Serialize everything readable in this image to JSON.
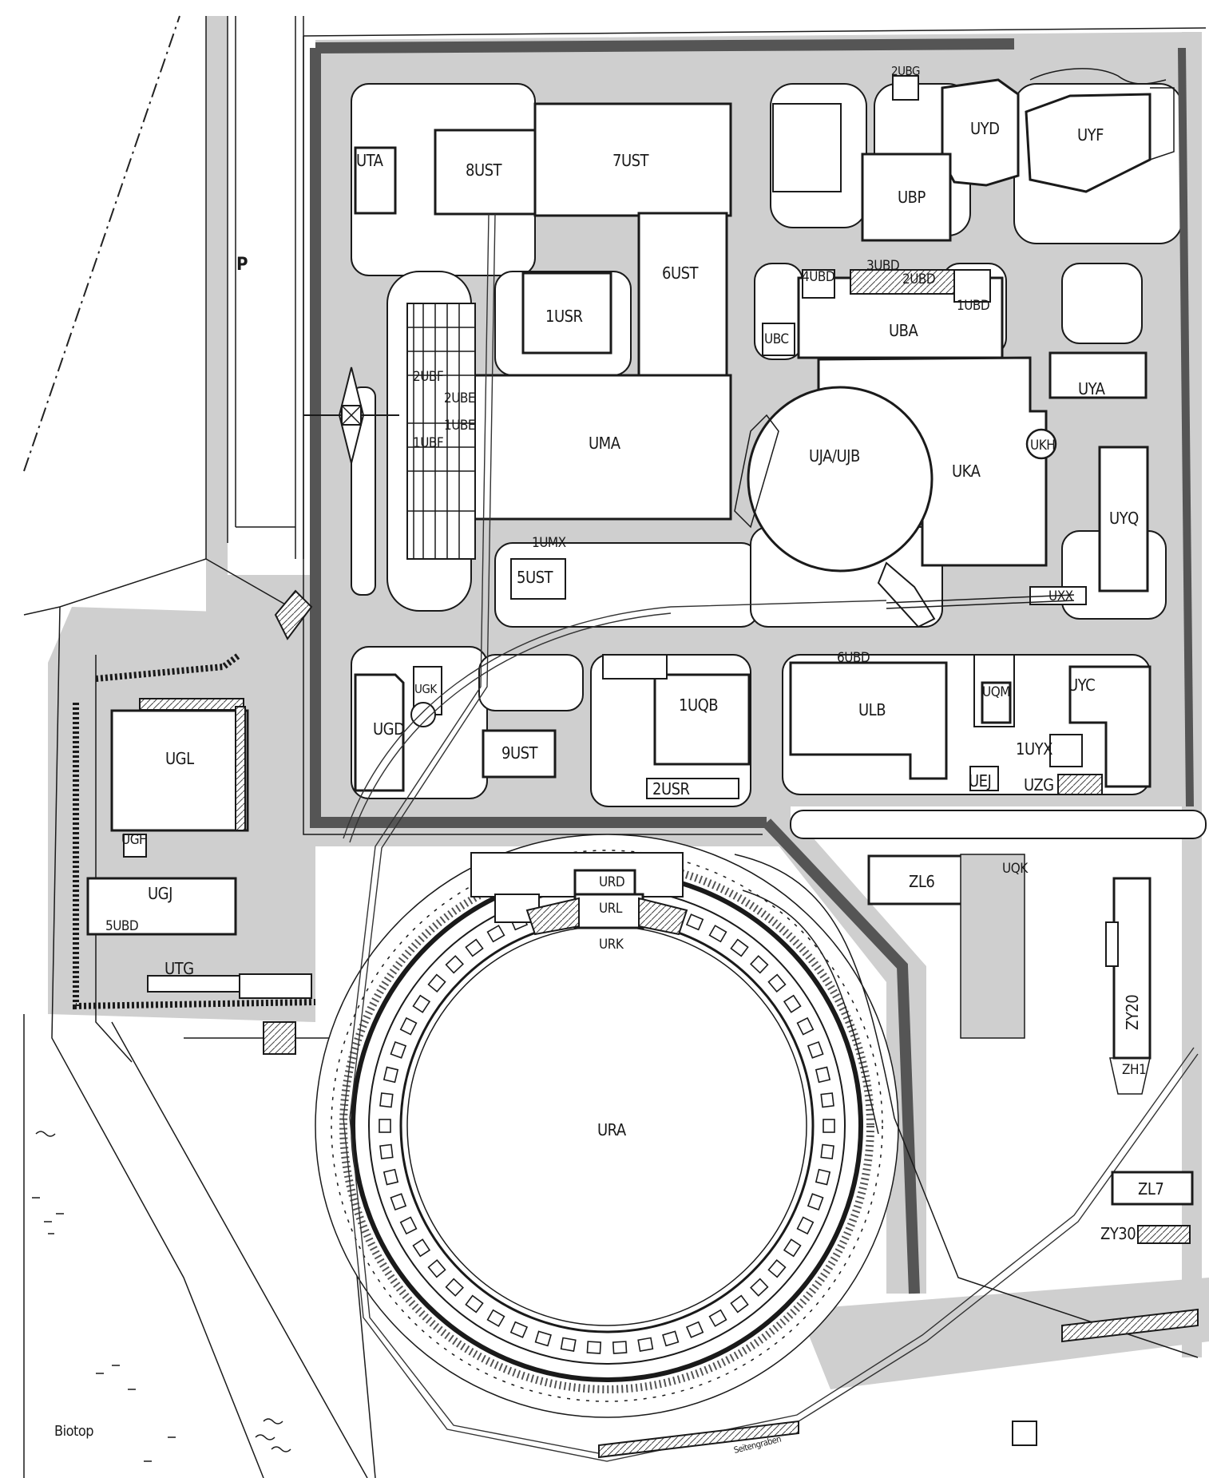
{
  "map": {
    "area_labels": {
      "parking": "P",
      "biotop": "Biotop",
      "ditch": "Seitengraben"
    },
    "buildings": {
      "uta": "UTA",
      "8ust": "8UST",
      "7ust": "7UST",
      "6ust": "6UST",
      "1usr": "1USR",
      "uma": "UMA",
      "2ubf": "2UBF",
      "2ube": "2UBE",
      "1ubf": "1UBF",
      "1ube": "1UBE",
      "1umx": "1UMX",
      "5ust": "5UST",
      "2ubg": "2UBG",
      "uyd": "UYD",
      "uyf": "UYF",
      "ubp": "UBP",
      "4ubd": "4UBD",
      "3ubd": "3UBD",
      "2ubd": "2UBD",
      "1ubd": "1UBD",
      "ubc": "UBC",
      "uba": "UBA",
      "uya": "UYA",
      "uja_ujb": "UJA/UJB",
      "uka": "UKA",
      "ukh": "UKH",
      "uyq": "UYQ",
      "uxx": "UXX",
      "ugd": "UGD",
      "ugk": "UGK",
      "9ust": "9UST",
      "1uqb": "1UQB",
      "6ubd": "6UBD",
      "ulb": "ULB",
      "uqm": "UQM",
      "uyc": "UYC",
      "1uyx": "1UYX",
      "uej": "UEJ",
      "uzg": "UZG",
      "2usr": "2USR",
      "ugl": "UGL",
      "ugh": "UGH",
      "ugj": "UGJ",
      "5ubd": "5UBD",
      "utg": "UTG",
      "urd": "URD",
      "url": "URL",
      "urk": "URK",
      "ura": "URA",
      "zl6": "ZL6",
      "uqk": "UQK",
      "zy20": "ZY20",
      "zh1": "ZH1",
      "zl7": "ZL7",
      "zy30": "ZY30"
    }
  }
}
